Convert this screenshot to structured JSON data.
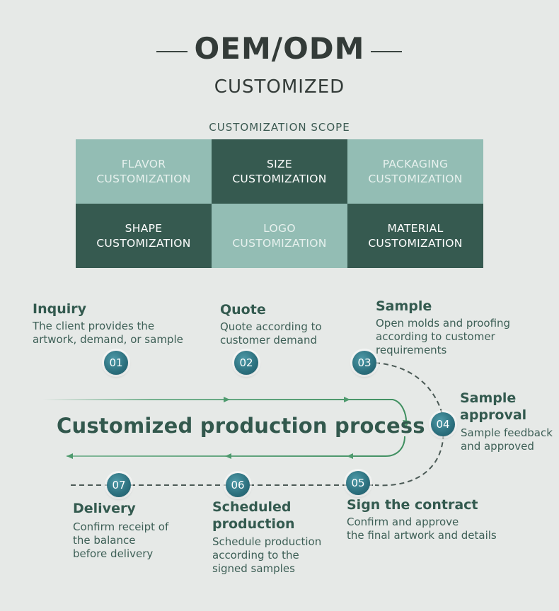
{
  "header": {
    "title": "OEM/ODM",
    "subtitle": "CUSTOMIZED",
    "scope_label": "CUSTOMIZATION  SCOPE"
  },
  "scope_grid": [
    {
      "label": "FLAVOR\nCUSTOMIZATION",
      "style": "light"
    },
    {
      "label": "SIZE\nCUSTOMIZATION",
      "style": "dark"
    },
    {
      "label": "PACKAGING\nCUSTOMIZATION",
      "style": "light"
    },
    {
      "label": "SHAPE\nCUSTOMIZATION",
      "style": "dark"
    },
    {
      "label": "LOGO\nCUSTOMIZATION",
      "style": "light"
    },
    {
      "label": "MATERIAL\nCUSTOMIZATION",
      "style": "dark"
    }
  ],
  "process": {
    "title": "Customized production process",
    "steps": [
      {
        "number": "01",
        "title": "Inquiry",
        "desc": "The client provides the\nartwork, demand, or sample"
      },
      {
        "number": "02",
        "title": "Quote",
        "desc": "Quote according to\ncustomer demand"
      },
      {
        "number": "03",
        "title": "Sample",
        "desc": "Open molds and proofing\naccording to customer\n requirements"
      },
      {
        "number": "04",
        "title": "Sample\napproval",
        "desc": "Sample feedback\nand approved"
      },
      {
        "number": "05",
        "title": "Sign the contract",
        "desc": "Confirm and approve\nthe final artwork and details"
      },
      {
        "number": "06",
        "title": "Scheduled\nproduction",
        "desc": "Schedule production\naccording to the\nsigned samples"
      },
      {
        "number": "07",
        "title": "Delivery",
        "desc": "Confirm receipt of\nthe balance\nbefore delivery"
      }
    ]
  },
  "colors": {
    "background": "#e6e9e7",
    "light_cell": "#93bdb4",
    "dark_cell": "#365a50",
    "accent_green": "#4e9a6e",
    "badge": "#2b6f7d"
  }
}
